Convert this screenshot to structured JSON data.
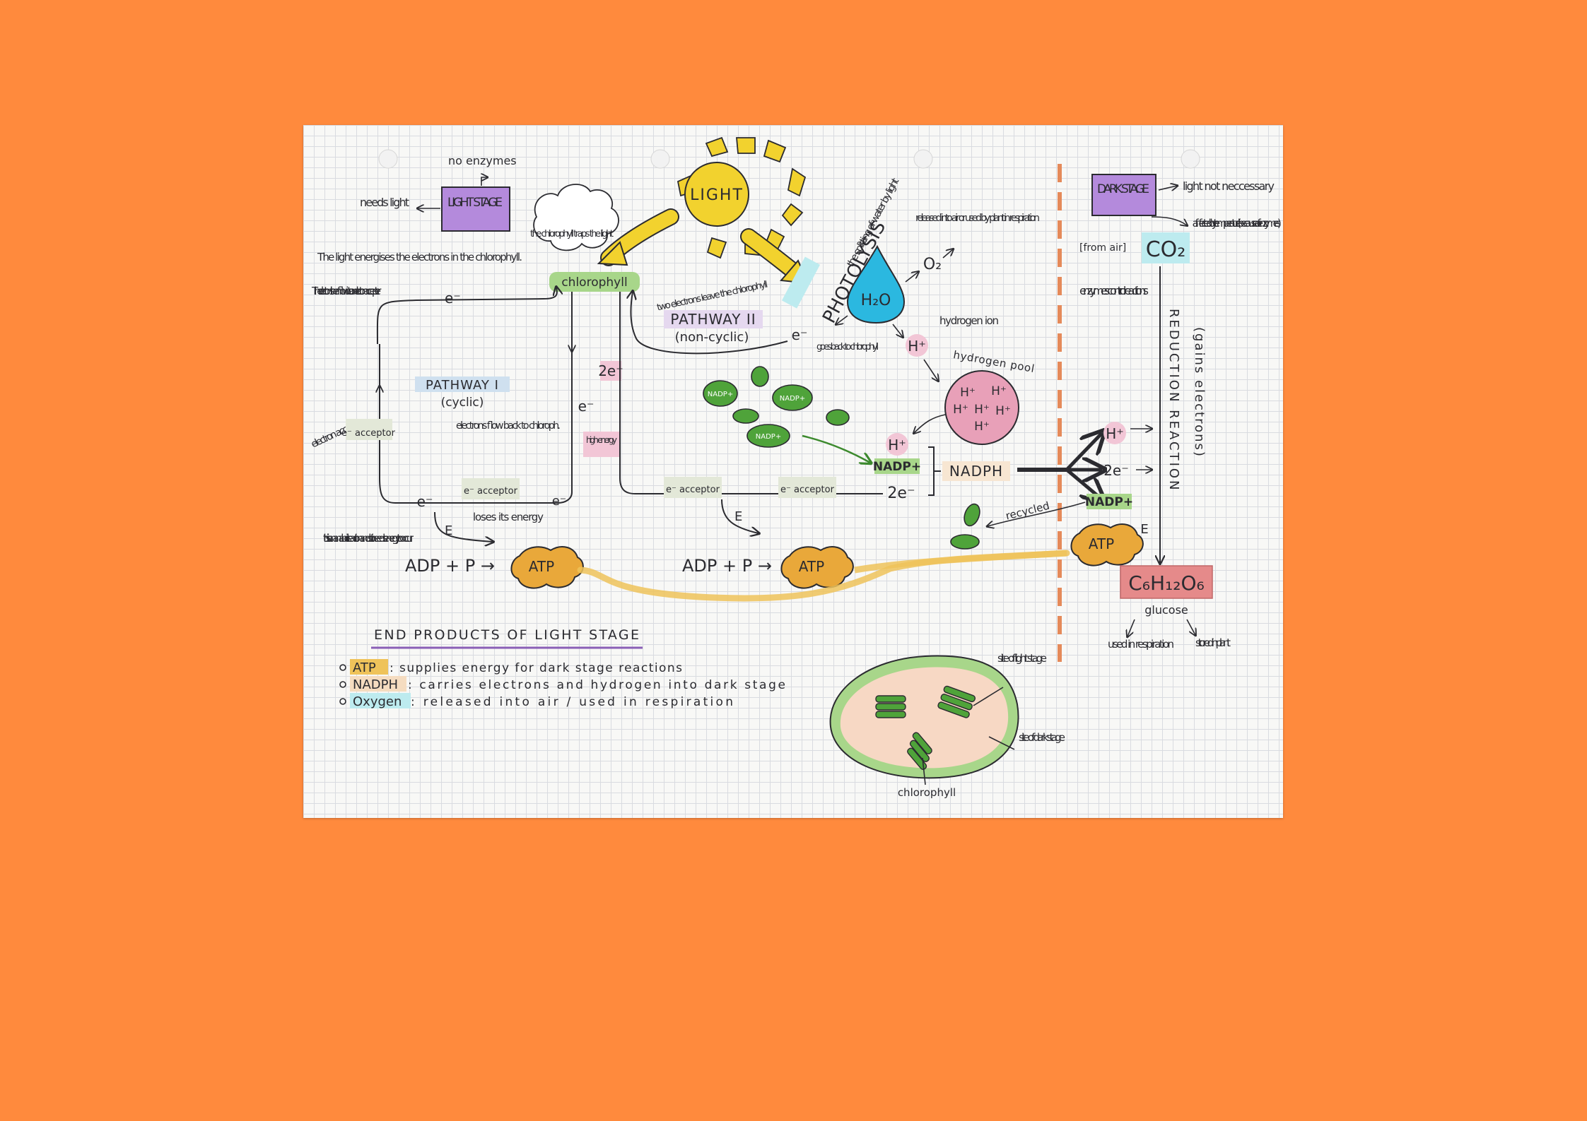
{
  "colors": {
    "background": "#FF8A3D",
    "paper": "#f8f8f6",
    "sun": "#F2D22E",
    "water": "#2BB8E0",
    "purple": "#B48ADC",
    "green": "#4FA33A",
    "pink": "#E8A0B8",
    "atp": "#E9A83A",
    "glucose": "#E58A8A",
    "orange_dash": "#E58A5A"
  },
  "light": {
    "sun": "LIGHT",
    "stage_label": "LIGHT STAGE",
    "needs": "needs light",
    "no_enzymes": "no enzymes",
    "traps": "the chlorophyll traps the light",
    "energises": "The light energises the electrons in the chlorophyll.",
    "flow": "The electrons then flow into an electron accepter.",
    "chlorophyll": "chlorophyll",
    "electron_acceptor": "electron acceptor"
  },
  "pathway1": {
    "title": "PATHWAY I",
    "sub": "(cyclic)",
    "flow_back": "electrons flow back to chloroph.",
    "acceptor": "e⁻ acceptor",
    "high_energy": "high energy",
    "loses": "loses its energy",
    "anabolic": "this is an anabolic reaction and so it needs energy to occur",
    "adp": "ADP + P →",
    "atp": "ATP",
    "e": "e⁻",
    "two_e": "2e⁻",
    "E": "E"
  },
  "pathway2": {
    "title": "PATHWAY II",
    "sub": "(non-cyclic)",
    "two_electrons": "two electrons leave the chlorophyll",
    "goes_back": "goes back to chlorophyll",
    "acceptor": "e⁻ acceptor",
    "nadp": "NADP+",
    "nadph": "NADPH",
    "h_plus": "H⁺",
    "two_e": "2e⁻"
  },
  "photolysis": {
    "title": "PHOTOLYSIS",
    "splitting": "the splitting of water by light",
    "water": "H₂O",
    "o2": "O₂",
    "released": "released into air or used by plant in respiration",
    "hydrogen_ion": "hydrogen ion",
    "hydrogen_pool": "hydrogen pool",
    "h": "H⁺"
  },
  "dark": {
    "stage_label": "DARK STAGE",
    "light_not": "light not neccessary",
    "affected": "affected by temperature (because of enzymes)",
    "from_air": "[from air]",
    "co2": "CO₂",
    "enzymes": "enzymes control reactions",
    "reduction": "REDUCTION REACTION",
    "gains": "(gains electrons)",
    "h": "H⁺",
    "two_e": "2e⁻",
    "nadp": "NADP+",
    "recycled": "recycled",
    "atp": "ATP",
    "E": "E",
    "glucose_formula": "C₆H₁₂O₆",
    "glucose": "glucose",
    "used_in": "used in respiration",
    "stored": "stored in plant"
  },
  "end_products": {
    "title": "END PRODUCTS OF LIGHT STAGE",
    "items": [
      {
        "label": "ATP",
        "desc": ": supplies energy for dark stage reactions"
      },
      {
        "label": "NADPH",
        "desc": ": carries electrons and hydrogen into dark stage"
      },
      {
        "label": "Oxygen",
        "desc": ": released into air / used in respiration"
      }
    ]
  },
  "chloroplast": {
    "title": "CHLOROPLAST",
    "site_light": "site of light stage",
    "site_dark": "site of dark stage",
    "chlorophyll": "chlorophyll"
  }
}
